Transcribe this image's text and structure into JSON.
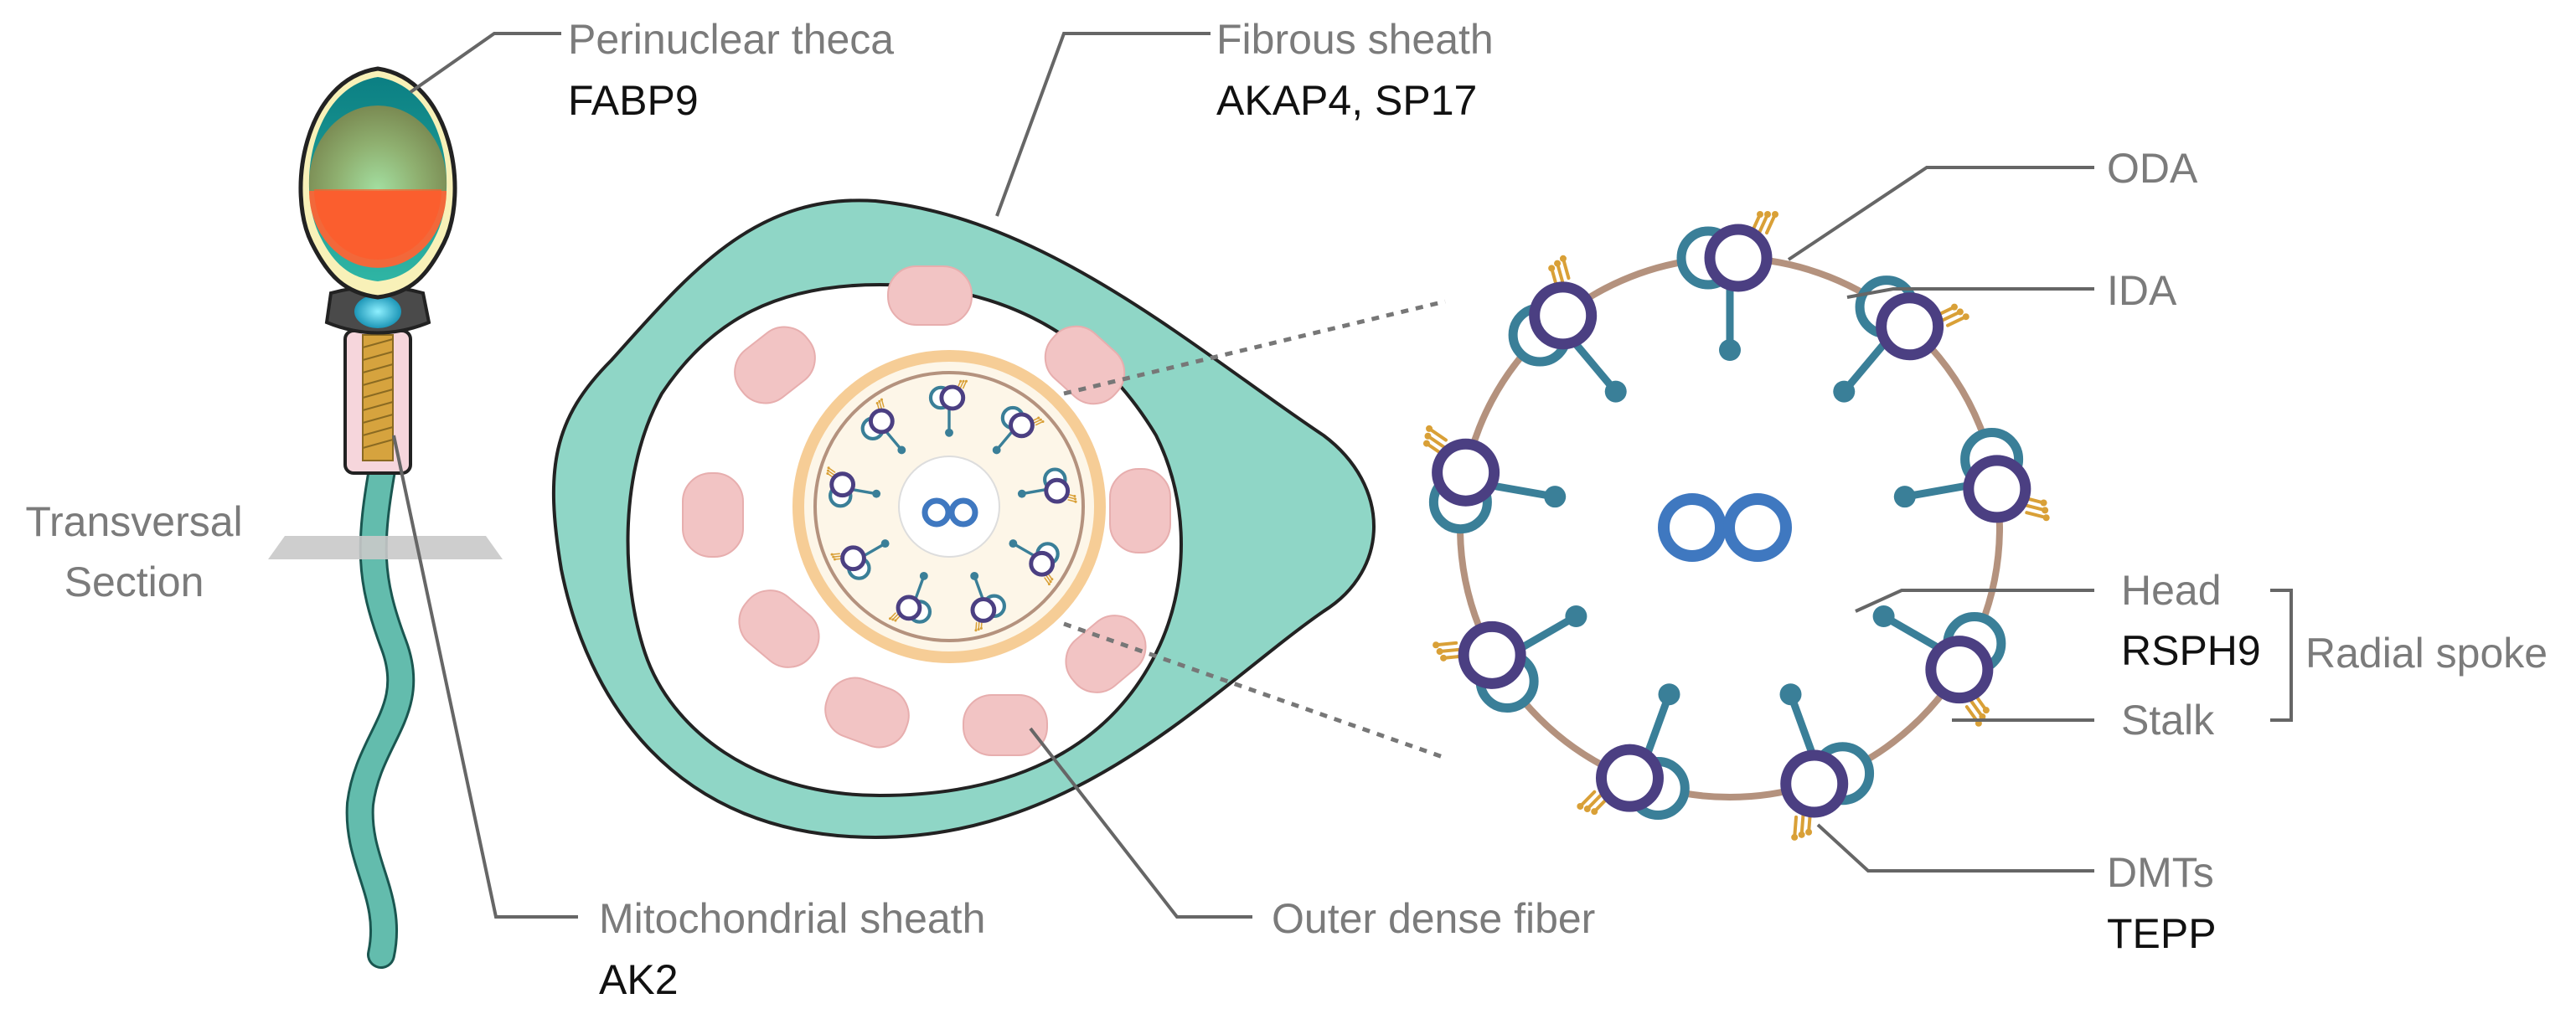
{
  "labels": {
    "perinuclear_theca": "Perinuclear theca",
    "fabp9": "FABP9",
    "fibrous_sheath": "Fibrous sheath",
    "akap4_sp17": "AKAP4, SP17",
    "oda": "ODA",
    "ida": "IDA",
    "transversal_section_line1": "Transversal",
    "transversal_section_line2": "Section",
    "head": "Head",
    "rsph9": "RSPH9",
    "radial_spoke": "Radial spoke",
    "stalk": "Stalk",
    "mitochondrial_sheath": "Mitochondrial sheath",
    "ak2": "AK2",
    "outer_dense_fiber": "Outer dense fiber",
    "dmts": "DMTs",
    "tepp": "TEPP"
  },
  "colors": {
    "label_gray": "#7b7b7b",
    "protein_black": "#111111",
    "fibrous_sheath_teal": "#8fd6c6",
    "outer_dense_fiber_pink": "#f2c4c4",
    "mitochondrial_ring_orange": "#f6cd96",
    "doublet_outer_teal": "#3a7f98",
    "doublet_inner_purple": "#4b3f82",
    "central_pair_blue": "#3f78c0",
    "ring_brown": "#b4927e",
    "dynein_arm_gold": "#d9a037",
    "leader_line_gray": "#666666"
  }
}
